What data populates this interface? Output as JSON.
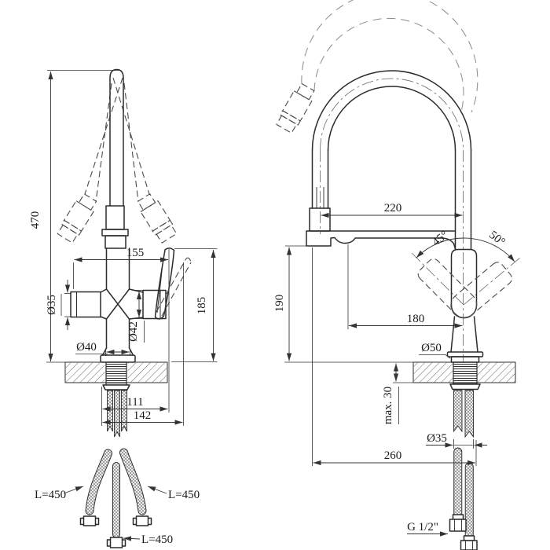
{
  "drawing_type": "faucet-installation-technical-drawing",
  "left_view": {
    "overall_height": "470",
    "spread_width": "155",
    "left_handle_diameter": "Ø35",
    "cartridge_diameter": "Ø42",
    "base_diameter": "Ø40",
    "body_height": "185",
    "offset_small": "111",
    "offset_large": "142",
    "hose_length_left": "L=450",
    "hose_length_right": "L=450",
    "hose_length_center": "L=450"
  },
  "right_view": {
    "arch_width": "220",
    "tilt_left": "45°",
    "tilt_right": "50°",
    "spout_height": "190",
    "spout_reach": "180",
    "base_diameter": "Ø50",
    "mount_thickness": "max. 30",
    "shank_diameter": "Ø35",
    "overall_depth": "260",
    "connection_thread": "G 1/2\""
  },
  "colors": {
    "line": "#2b2b2b",
    "dim": "#333333",
    "background": "#ffffff"
  }
}
